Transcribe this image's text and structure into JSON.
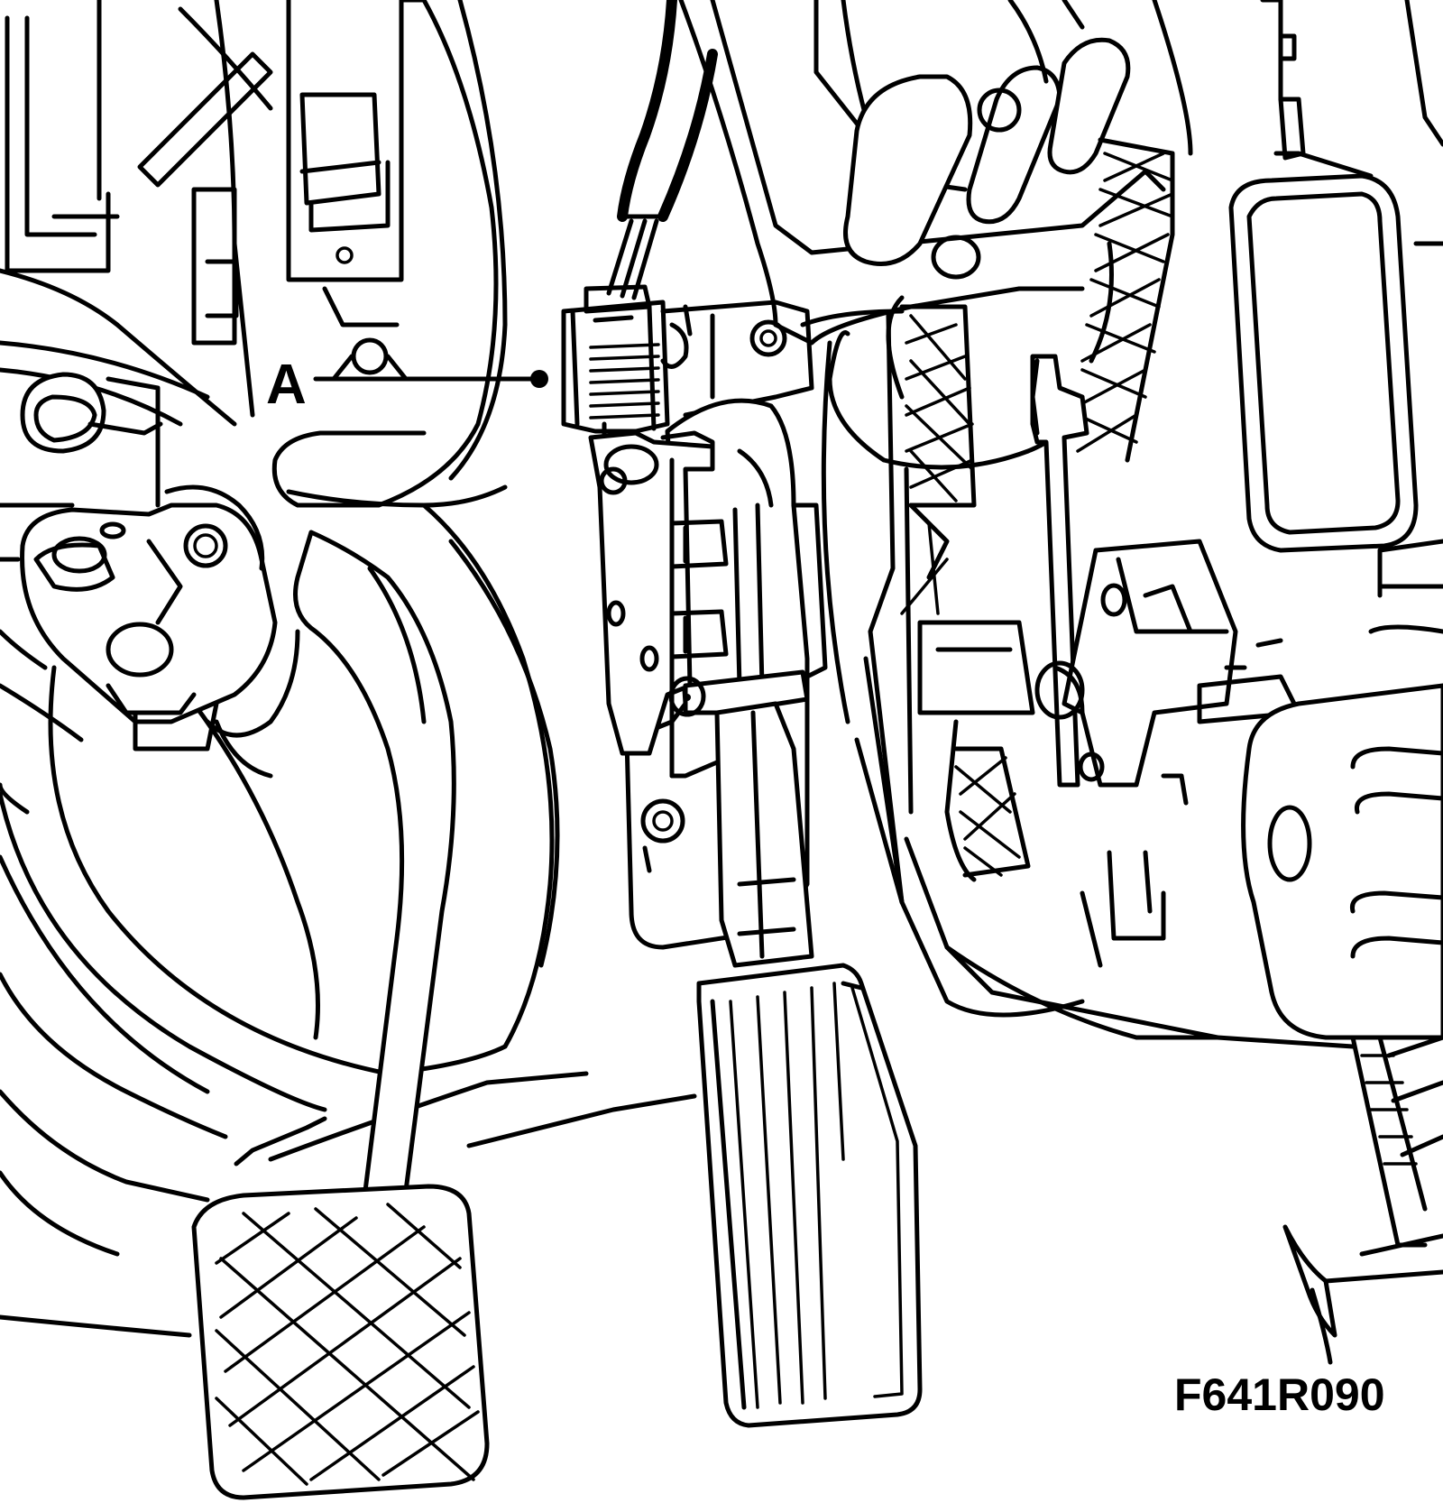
{
  "figure": {
    "callout_label": "A",
    "figure_code": "F641R090"
  },
  "parts": {
    "callout_target": "connector",
    "items": [
      "brake-pedal",
      "accelerator-pedal",
      "pedal-position-sensor",
      "connector",
      "wiring-harness",
      "pedal-bracket"
    ]
  },
  "style": {
    "line_color": "#000000",
    "background_color": "#ffffff"
  }
}
